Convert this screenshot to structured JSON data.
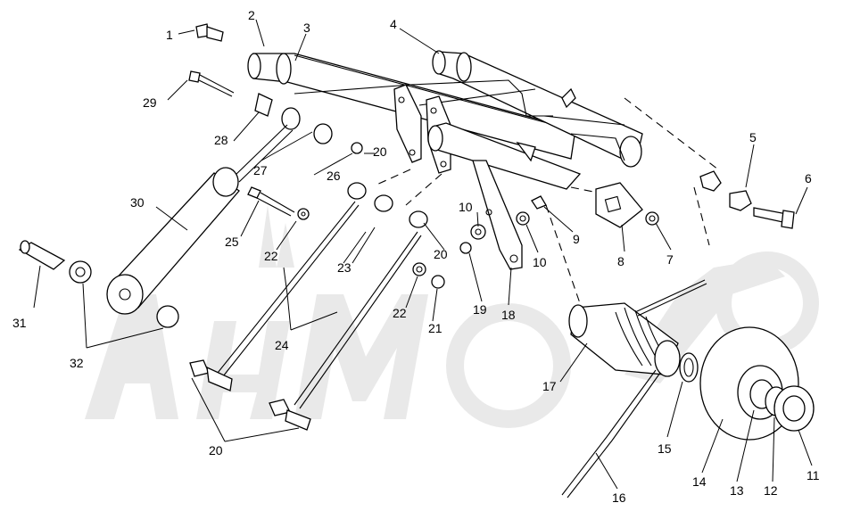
{
  "diagram": {
    "watermark": "",
    "callouts": [
      {
        "id": "c1",
        "text": "1"
      },
      {
        "id": "c2",
        "text": "2"
      },
      {
        "id": "c3",
        "text": "3"
      },
      {
        "id": "c4",
        "text": "4"
      },
      {
        "id": "c5",
        "text": "5"
      },
      {
        "id": "c6",
        "text": "6"
      },
      {
        "id": "c7",
        "text": "7"
      },
      {
        "id": "c8",
        "text": "8"
      },
      {
        "id": "c9",
        "text": "9"
      },
      {
        "id": "c10a",
        "text": "10"
      },
      {
        "id": "c10b",
        "text": "10"
      },
      {
        "id": "c11",
        "text": "11"
      },
      {
        "id": "c12",
        "text": "12"
      },
      {
        "id": "c13",
        "text": "13"
      },
      {
        "id": "c14",
        "text": "14"
      },
      {
        "id": "c15",
        "text": "15"
      },
      {
        "id": "c16",
        "text": "16"
      },
      {
        "id": "c17",
        "text": "17"
      },
      {
        "id": "c18",
        "text": "18"
      },
      {
        "id": "c19",
        "text": "19"
      },
      {
        "id": "c20a",
        "text": "20"
      },
      {
        "id": "c20b",
        "text": "20"
      },
      {
        "id": "c20c",
        "text": "20"
      },
      {
        "id": "c21",
        "text": "21"
      },
      {
        "id": "c22a",
        "text": "22"
      },
      {
        "id": "c22b",
        "text": "22"
      },
      {
        "id": "c23",
        "text": "23"
      },
      {
        "id": "c24",
        "text": "24"
      },
      {
        "id": "c25",
        "text": "25"
      },
      {
        "id": "c26",
        "text": "26"
      },
      {
        "id": "c27",
        "text": "27"
      },
      {
        "id": "c28",
        "text": "28"
      },
      {
        "id": "c29",
        "text": "29"
      },
      {
        "id": "c30",
        "text": "30"
      },
      {
        "id": "c31",
        "text": "31"
      },
      {
        "id": "c32",
        "text": "32"
      }
    ]
  }
}
